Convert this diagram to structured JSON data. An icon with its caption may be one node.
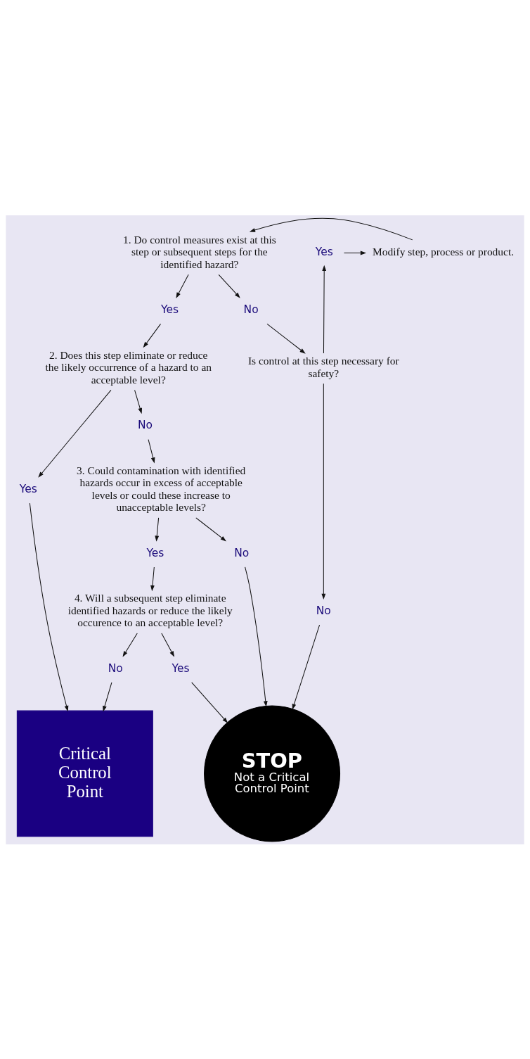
{
  "diagram": {
    "nodes": [
      {
        "text": [
          "1. Do control measures exist at this step or subsequent steps for the identified hazard?"
        ]
      },
      {
        "text": [
          "Yes"
        ]
      },
      {
        "text": [
          "No"
        ]
      },
      {
        "text": [
          "Modify step, process or product."
        ]
      },
      {
        "text": [
          "Yes"
        ]
      },
      {
        "text": [
          "2. Does this step eliminate or reduce the likely occurrence of a hazard to an acceptable level?"
        ]
      },
      {
        "text": [
          "Is control at this step necessary for safety?"
        ]
      },
      {
        "text": [
          "Yes"
        ]
      },
      {
        "text": [
          "No"
        ]
      },
      {
        "text": [
          "3. Could contamination with identified hazards occur in excess of acceptable levels or could these increase to unacceptable levels?"
        ]
      },
      {
        "text": [
          "Yes"
        ]
      },
      {
        "text": [
          "No"
        ]
      },
      {
        "text": [
          "No"
        ]
      },
      {
        "text": [
          "4. Will a subsequent step eliminate identified hazards or reduce the likely occurence to an acceptable level?"
        ]
      },
      {
        "text": [
          "No"
        ]
      },
      {
        "text": [
          "Yes"
        ]
      },
      {
        "text": [
          "Critical Control Point"
        ]
      },
      {
        "text": [
          "STOP",
          "Not a Critical Control Point"
        ]
      }
    ],
    "edges": [
      {
        "from": 0,
        "to": 1,
        "arrow": "to"
      },
      {
        "from": 0,
        "to": 2,
        "arrow": "to"
      },
      {
        "from": 1,
        "to": 5,
        "arrow": "to"
      },
      {
        "from": 2,
        "to": 6,
        "arrow": "to"
      },
      {
        "from": 6,
        "to": 4,
        "arrow": "to"
      },
      {
        "from": 4,
        "to": 3,
        "arrow": "to"
      },
      {
        "from": 3,
        "to": 0,
        "arrow": "to"
      },
      {
        "from": 5,
        "to": 7,
        "arrow": "to"
      },
      {
        "from": 5,
        "to": 8,
        "arrow": "to"
      },
      {
        "from": 6,
        "to": 12,
        "arrow": "to"
      },
      {
        "from": 8,
        "to": 9,
        "arrow": "to"
      },
      {
        "from": 9,
        "to": 10,
        "arrow": "to"
      },
      {
        "from": 9,
        "to": 11,
        "arrow": "to"
      },
      {
        "from": 10,
        "to": 13,
        "arrow": "to"
      },
      {
        "from": 13,
        "to": 14,
        "arrow": "to"
      },
      {
        "from": 13,
        "to": 15,
        "arrow": "to"
      },
      {
        "from": 7,
        "to": 16,
        "arrow": "to"
      },
      {
        "from": 14,
        "to": 16,
        "arrow": "to"
      },
      {
        "from": 15,
        "to": 17,
        "arrow": "to"
      },
      {
        "from": 11,
        "to": 17,
        "arrow": "to"
      },
      {
        "from": 12,
        "to": 17,
        "arrow": "to"
      }
    ]
  }
}
